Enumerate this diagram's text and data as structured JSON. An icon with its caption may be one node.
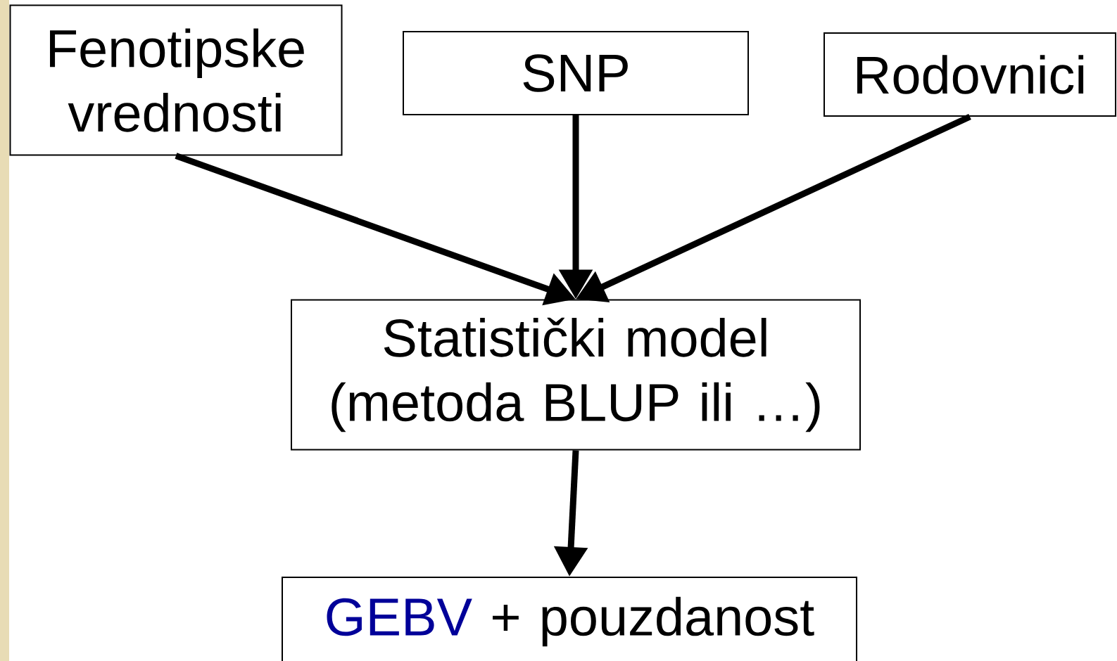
{
  "diagram": {
    "nodes": [
      {
        "text": [
          "Fenotipske vrednosti"
        ]
      },
      {
        "text": [
          "SNP"
        ]
      },
      {
        "text": [
          "Rodovnici"
        ]
      },
      {
        "text": [
          "Statistički model (metoda BLUP ili …)"
        ]
      },
      {
        "text": [
          "GEBV",
          "+ pouzdanost"
        ]
      }
    ],
    "edges": [
      {
        "from": 0,
        "to": 3,
        "arrow": "to"
      },
      {
        "from": 1,
        "to": 3,
        "arrow": "to"
      },
      {
        "from": 2,
        "to": 3,
        "arrow": "to"
      },
      {
        "from": 3,
        "to": 4,
        "arrow": "to"
      }
    ]
  }
}
